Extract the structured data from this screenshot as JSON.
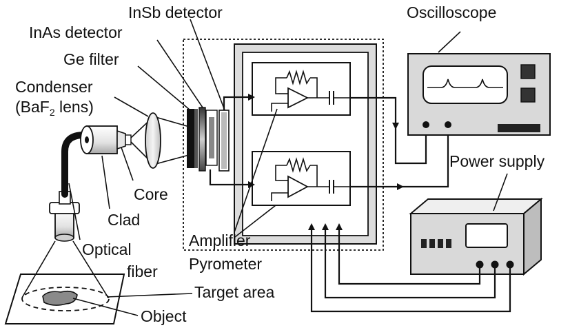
{
  "labels": {
    "insb_detector": "InSb detector",
    "inas_detector": "InAs detector",
    "ge_filter": "Ge filter",
    "condenser": "Condenser",
    "condenser_lens_prefix": "(BaF",
    "condenser_lens_sub": "2",
    "condenser_lens_suffix": " lens)",
    "core": "Core",
    "clad": "Clad",
    "optical": "Optical",
    "fiber": "fiber",
    "target_area": "Target area",
    "object": "Object",
    "amplifier": "Amplifier",
    "pyrometer": "Pyrometer",
    "oscilloscope": "Oscilloscope",
    "power_supply": "Power supply"
  },
  "colors": {
    "line": "#111111",
    "device_fill": "#d9d9d9",
    "screen_fill": "#ffffff",
    "dark": "#222222"
  }
}
